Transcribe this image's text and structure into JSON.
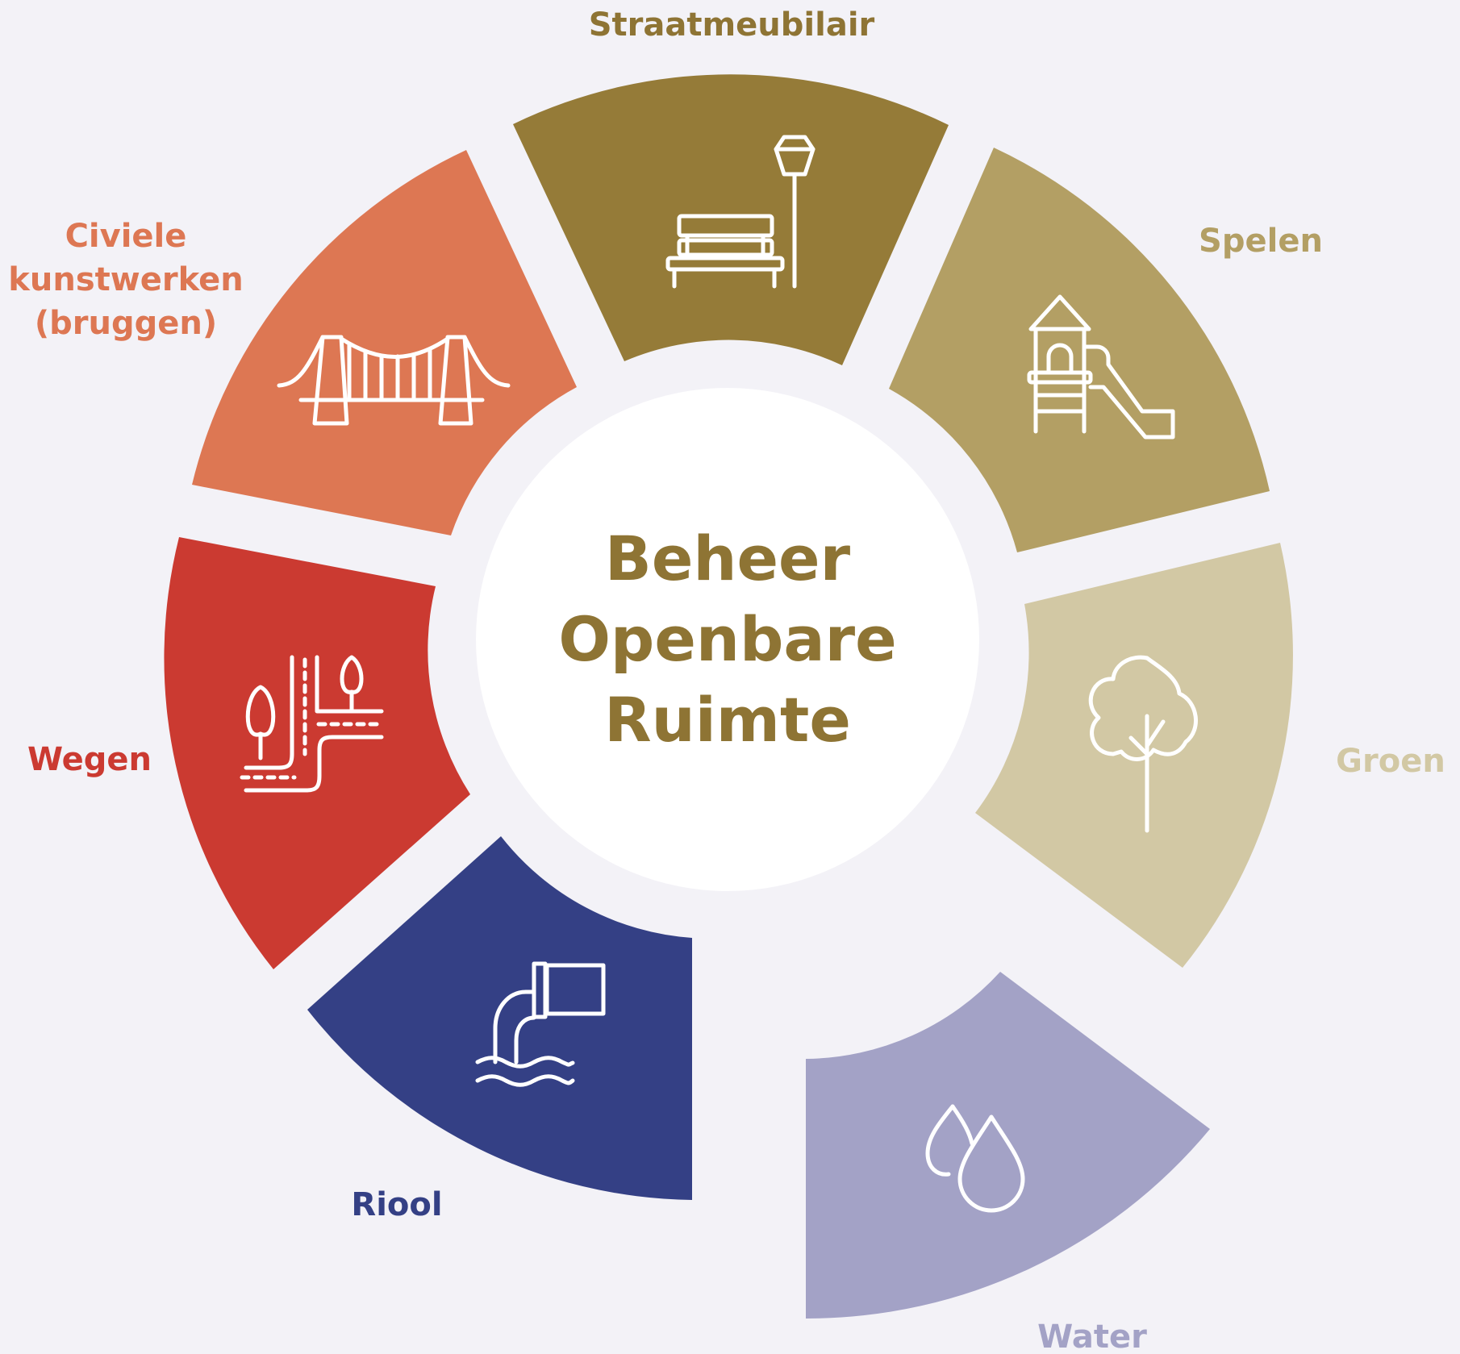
{
  "center": {
    "line1": "Beheer",
    "line2": "Openbare",
    "line3": "Ruimte",
    "color": "#8e7434"
  },
  "segments": [
    {
      "id": "straatmeubilair",
      "label_lines": [
        "Straatmeubilair"
      ],
      "color": "#957b38",
      "text_color": "#8e7434",
      "icon": "bench-streetlamp-icon"
    },
    {
      "id": "spelen",
      "label_lines": [
        "Spelen"
      ],
      "color": "#b39f64",
      "text_color": "#b39f64",
      "icon": "playground-slide-icon"
    },
    {
      "id": "groen",
      "label_lines": [
        "Groen"
      ],
      "color": "#d2c8a4",
      "text_color": "#d2c8a4",
      "icon": "tree-icon"
    },
    {
      "id": "water",
      "label_lines": [
        "Water"
      ],
      "color": "#a3a2c6",
      "text_color": "#a3a2c6",
      "icon": "water-drops-icon"
    },
    {
      "id": "riool",
      "label_lines": [
        "Riool"
      ],
      "color": "#344085",
      "text_color": "#344085",
      "icon": "sewer-pipe-icon"
    },
    {
      "id": "wegen",
      "label_lines": [
        "Wegen"
      ],
      "color": "#cb3a31",
      "text_color": "#cb3a31",
      "icon": "road-trees-icon"
    },
    {
      "id": "civiele-kunstwerken",
      "label_lines": [
        "Civiele",
        "kunstwerken",
        "(bruggen)"
      ],
      "color": "#dd7753",
      "text_color": "#dd7753",
      "icon": "bridge-icon"
    }
  ]
}
